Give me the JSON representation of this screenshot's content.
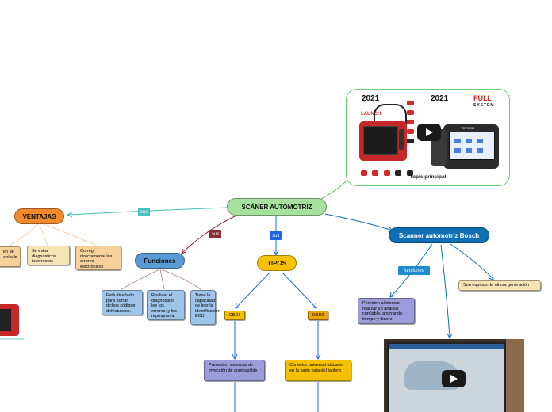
{
  "central": {
    "label": "SCÁNER AUTOMOTRIZ"
  },
  "topic_image": {
    "caption": "Topic principal",
    "brand_left": "LAUNCH",
    "year_left": "2021",
    "year_right": "2021",
    "brand_right_top": "FULL",
    "brand_right_bottom": "SYSTEM",
    "device_brand": "TOPDON"
  },
  "connectors": {
    "sus_left": "sus",
    "sus_center": "sus",
    "sus_funciones": "sus",
    "funciones_tag": "funciones"
  },
  "ventajas": {
    "label": "VENTAJAS",
    "items": [
      "en de ehículo",
      "Se evita diagnósticos incorrectos",
      "Corregí directamente los errores electrónicos"
    ]
  },
  "funciones": {
    "label": "Funciones",
    "items": [
      "Está diseñado para borrar dichos códigos defectuosos.",
      "Realizar el diagnóstico, lee los errores, y los reprograma.",
      "Tiene la capacidad de leer la identificación ECU."
    ]
  },
  "tipos": {
    "label": "TIPOS",
    "obd1": {
      "label": "OBD1",
      "desc": "Presenten sistemas de inyección de combustible"
    },
    "obd2": {
      "label": "OBD2",
      "desc": "Conector universal ubicado en la parte baja del tablero"
    }
  },
  "bosch": {
    "label": "Scanner automotriz Bosch",
    "desc_left": "Permiten al técnico realizar un análisis confiable, ahorrando tiempo y dinero.",
    "desc_right": "Son equipos de última generación"
  },
  "colors": {
    "central": "#a6e1a0",
    "ventajas": "#f08a2c",
    "funciones": "#5b9bd5",
    "tipos": "#f7c100",
    "obd": "#f0a400",
    "bosch": "#0f6fb4",
    "bosch_box": "#9c9cdb",
    "beige": "#f6e3b4",
    "tag_teal": "#45bfbf",
    "tag_maroon": "#8e2a33",
    "tag_blue": "#1f66e5",
    "tag_bosch": "#1f8bd0"
  }
}
